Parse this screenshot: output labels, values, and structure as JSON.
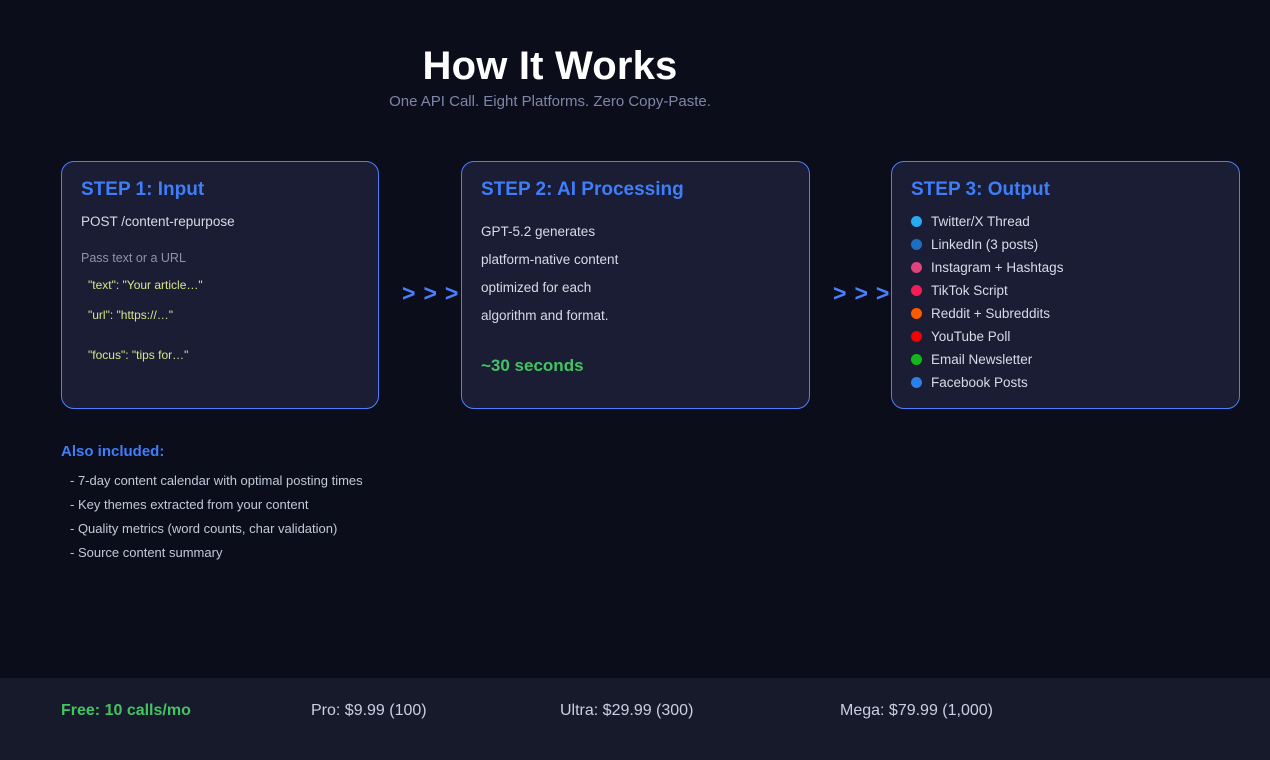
{
  "header": {
    "title": "How It Works",
    "subtitle": "One API Call. Eight Platforms. Zero Copy-Paste."
  },
  "step1": {
    "title": "STEP 1: Input",
    "endpoint": "POST /content-repurpose",
    "hint": "Pass text or a URL",
    "code": [
      "\"text\": \"Your article…\"",
      "\"url\": \"https://…\"",
      "\"focus\": \"tips for…\""
    ]
  },
  "step2": {
    "title": "STEP 2: AI Processing",
    "lines": [
      "GPT-5.2 generates",
      "platform-native content",
      "optimized for each",
      "algorithm and format."
    ],
    "duration": "~30 seconds"
  },
  "step3": {
    "title": "STEP 3: Output",
    "outputs": [
      {
        "label": "Twitter/X Thread",
        "color": "#2aa8f2"
      },
      {
        "label": "LinkedIn (3 posts)",
        "color": "#1d6fc4"
      },
      {
        "label": "Instagram + Hashtags",
        "color": "#e0447c"
      },
      {
        "label": "TikTok Script",
        "color": "#f71d54"
      },
      {
        "label": "Reddit + Subreddits",
        "color": "#fa5a00"
      },
      {
        "label": "YouTube Poll",
        "color": "#f70000"
      },
      {
        "label": "Email Newsletter",
        "color": "#12b81a"
      },
      {
        "label": "Facebook Posts",
        "color": "#2a80e8"
      }
    ]
  },
  "arrows": {
    "glyphs": [
      ">",
      ">",
      ">"
    ]
  },
  "also_included": {
    "title": "Also included:",
    "items": [
      "- 7-day content calendar with optimal posting times",
      "- Key themes extracted from your content",
      "- Quality metrics (word counts, char validation)",
      "- Source content summary"
    ]
  },
  "pricing": {
    "tiers": [
      {
        "label": "Free: 10 calls/mo",
        "highlight": true
      },
      {
        "label": "Pro: $9.99 (100)",
        "highlight": false
      },
      {
        "label": "Ultra: $29.99 (300)",
        "highlight": false
      },
      {
        "label": "Mega: $79.99 (1,000)",
        "highlight": false
      }
    ]
  },
  "colors": {
    "page_background": "#0b0e1a",
    "card_background": "#1a1d33",
    "card_border": "#4a7fff",
    "accent_blue": "#3f7dfb",
    "accent_green": "#43c463",
    "code_text": "#d8e68a",
    "footer_background": "#171a2b"
  }
}
